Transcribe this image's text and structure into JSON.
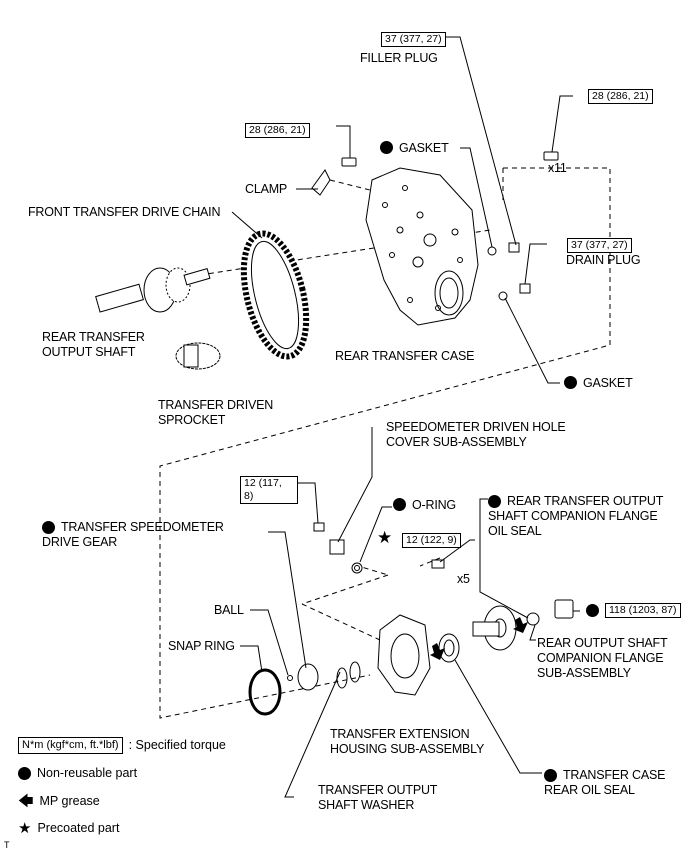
{
  "torques": {
    "filler_plug": "37 (377, 27)",
    "bolts_x11": "28 (286, 21)",
    "clamp_bolt": "28 (286, 21)",
    "drain_plug": "37 (377, 27)",
    "speedo_bolt": "12 (117,\n8)",
    "ext_bolts_x5": "12 (122, 9)",
    "nut": "118 (1203, 87)"
  },
  "qty": {
    "x11": "x11",
    "x5": "x5"
  },
  "labels": {
    "filler_plug": "FILLER PLUG",
    "gasket_top": "GASKET",
    "clamp": "CLAMP",
    "front_chain": "FRONT TRANSFER DRIVE CHAIN",
    "drain_plug": "DRAIN PLUG",
    "rear_output_shaft": "REAR TRANSFER\nOUTPUT  SHAFT",
    "rear_case": "REAR TRANSFER CASE",
    "gasket_bottom": "GASKET",
    "driven_sprocket": "TRANSFER DRIVEN\nSPROCKET",
    "speedo_cover": "SPEEDOMETER DRIVEN HOLE\nCOVER SUB-ASSEMBLY",
    "o_ring": "O-RING",
    "rear_oil_seal": "REAR TRANSFER OUTPUT\nSHAFT COMPANION FLANGE\nOIL SEAL",
    "speedo_drive_gear": "TRANSFER SPEEDOMETER\nDRIVE GEAR",
    "ball": "BALL",
    "snap_ring": "SNAP RING",
    "companion_flange": "REAR OUTPUT SHAFT\nCOMPANION FLANGE\nSUB-ASSEMBLY",
    "extension_housing": "TRANSFER EXTENSION\nHOUSING SUB-ASSEMBLY",
    "output_washer": "TRANSFER OUTPUT\nSHAFT WASHER",
    "case_rear_oil_seal": "TRANSFER CASE\nREAR OIL SEAL"
  },
  "legend": {
    "torque_box": "N*m (kgf*cm, ft.*lbf)",
    "torque_text": ": Specified torque",
    "non_reusable": "Non-reusable part",
    "mp_grease": "MP grease",
    "precoated": "Precoated part"
  },
  "corner_mark": "T"
}
